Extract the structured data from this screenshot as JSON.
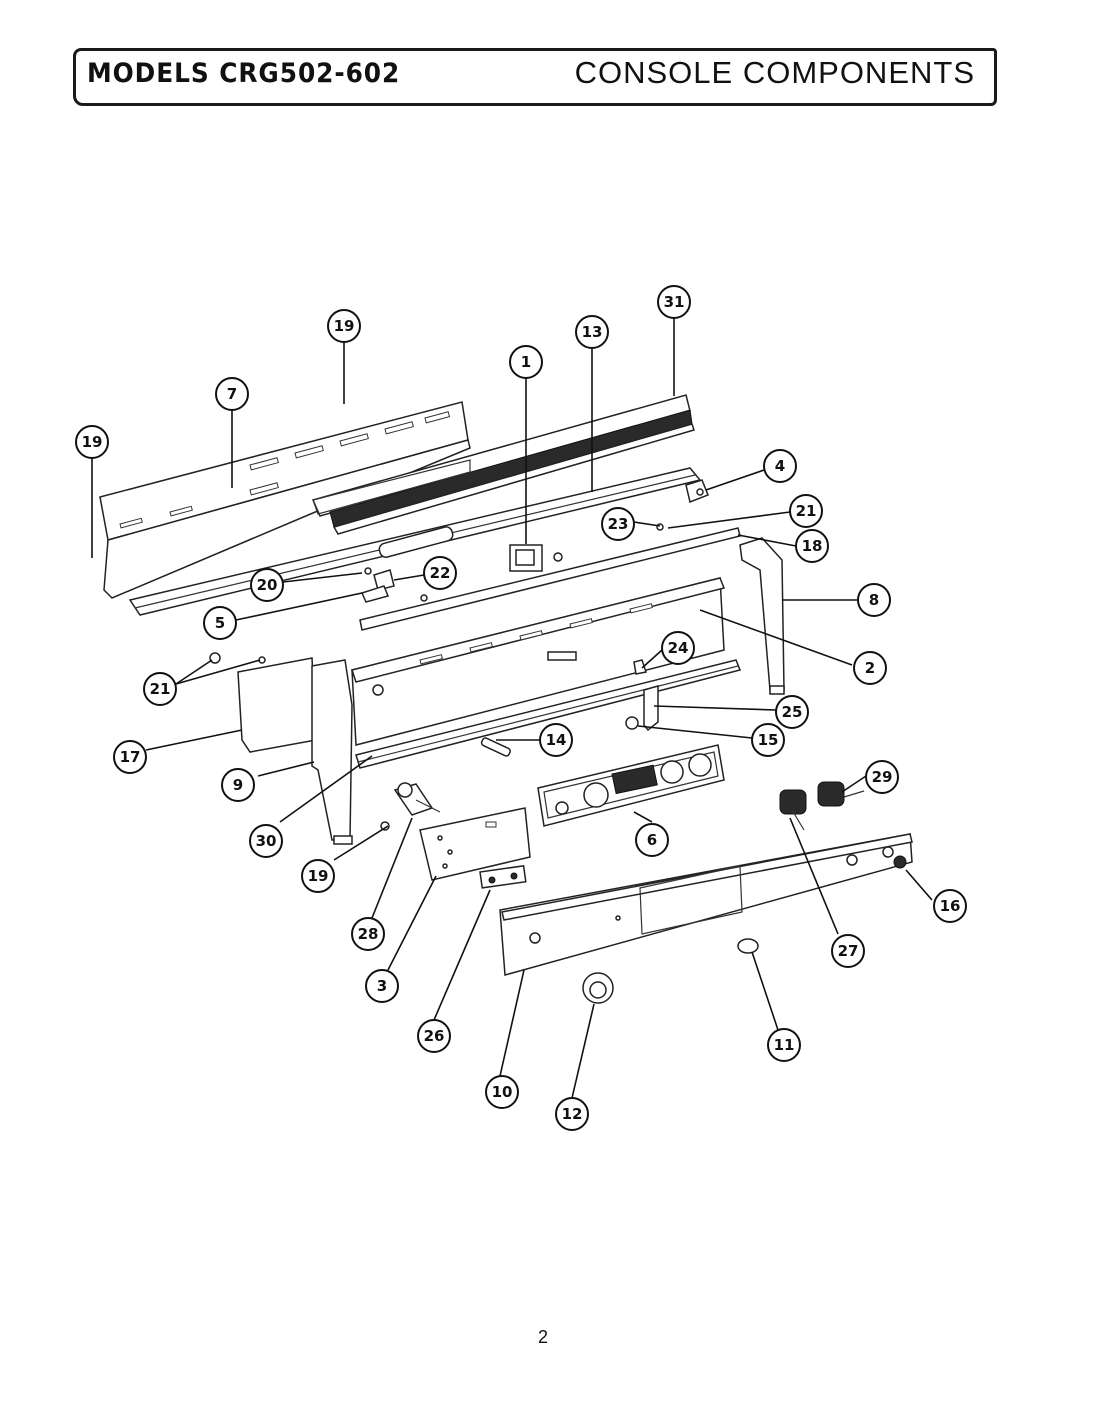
{
  "header": {
    "model_title": "MODELS CRG502-602",
    "section_title": "CONSOLE COMPONENTS"
  },
  "page_number": "2",
  "callouts": {
    "c19a": "19",
    "c19b": "19",
    "c19c": "19",
    "c7": "7",
    "c1": "1",
    "c13": "13",
    "c31": "31",
    "c4": "4",
    "c23": "23",
    "c21a": "21",
    "c18": "18",
    "c20": "20",
    "c22": "22",
    "c5": "5",
    "c8": "8",
    "c2": "2",
    "c21b": "21",
    "c24": "24",
    "c17": "17",
    "c25": "25",
    "c14": "14",
    "c15": "15",
    "c9": "9",
    "c29": "29",
    "c30": "30",
    "c6": "6",
    "c16": "16",
    "c28": "28",
    "c27": "27",
    "c3": "3",
    "c26": "26",
    "c11": "11",
    "c10": "10",
    "c12": "12"
  }
}
